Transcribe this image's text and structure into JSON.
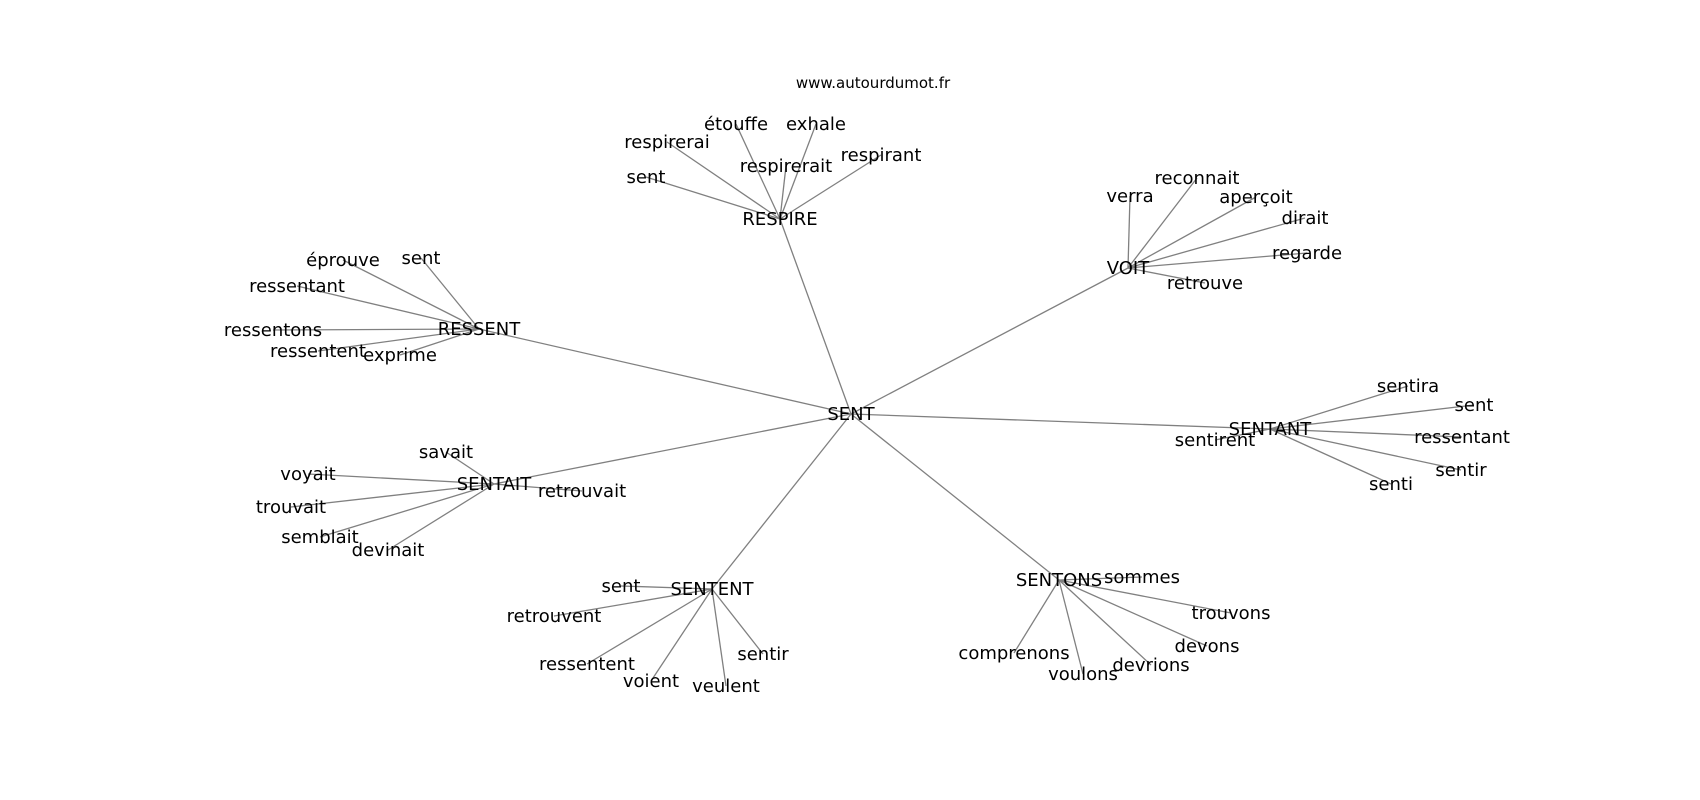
{
  "source": "www.autourdumot.fr",
  "graph": {
    "root": "SENT",
    "hubs": [
      {
        "label": "RESPIRE",
        "words": [
          "étouffe",
          "exhale",
          "respirerai",
          "respirerait",
          "respirant",
          "sent"
        ]
      },
      {
        "label": "VOIT",
        "words": [
          "reconnait",
          "verra",
          "aperçoit",
          "dirait",
          "regarde",
          "retrouve"
        ]
      },
      {
        "label": "RESSENT",
        "words": [
          "éprouve",
          "sent",
          "ressentant",
          "ressentons",
          "ressentent",
          "exprime"
        ]
      },
      {
        "label": "SENTANT",
        "words": [
          "sentira",
          "sent",
          "ressentant",
          "sentir",
          "senti",
          "sentirent"
        ]
      },
      {
        "label": "SENTAIT",
        "words": [
          "savait",
          "voyait",
          "trouvait",
          "semblait",
          "devinait",
          "retrouvait"
        ]
      },
      {
        "label": "SENTENT",
        "words": [
          "sent",
          "retrouvent",
          "ressentent",
          "voient",
          "veulent",
          "sentir"
        ]
      },
      {
        "label": "SENTONS",
        "words": [
          "sommes",
          "trouvons",
          "devons",
          "devrions",
          "voulons",
          "comprenons"
        ]
      }
    ]
  }
}
